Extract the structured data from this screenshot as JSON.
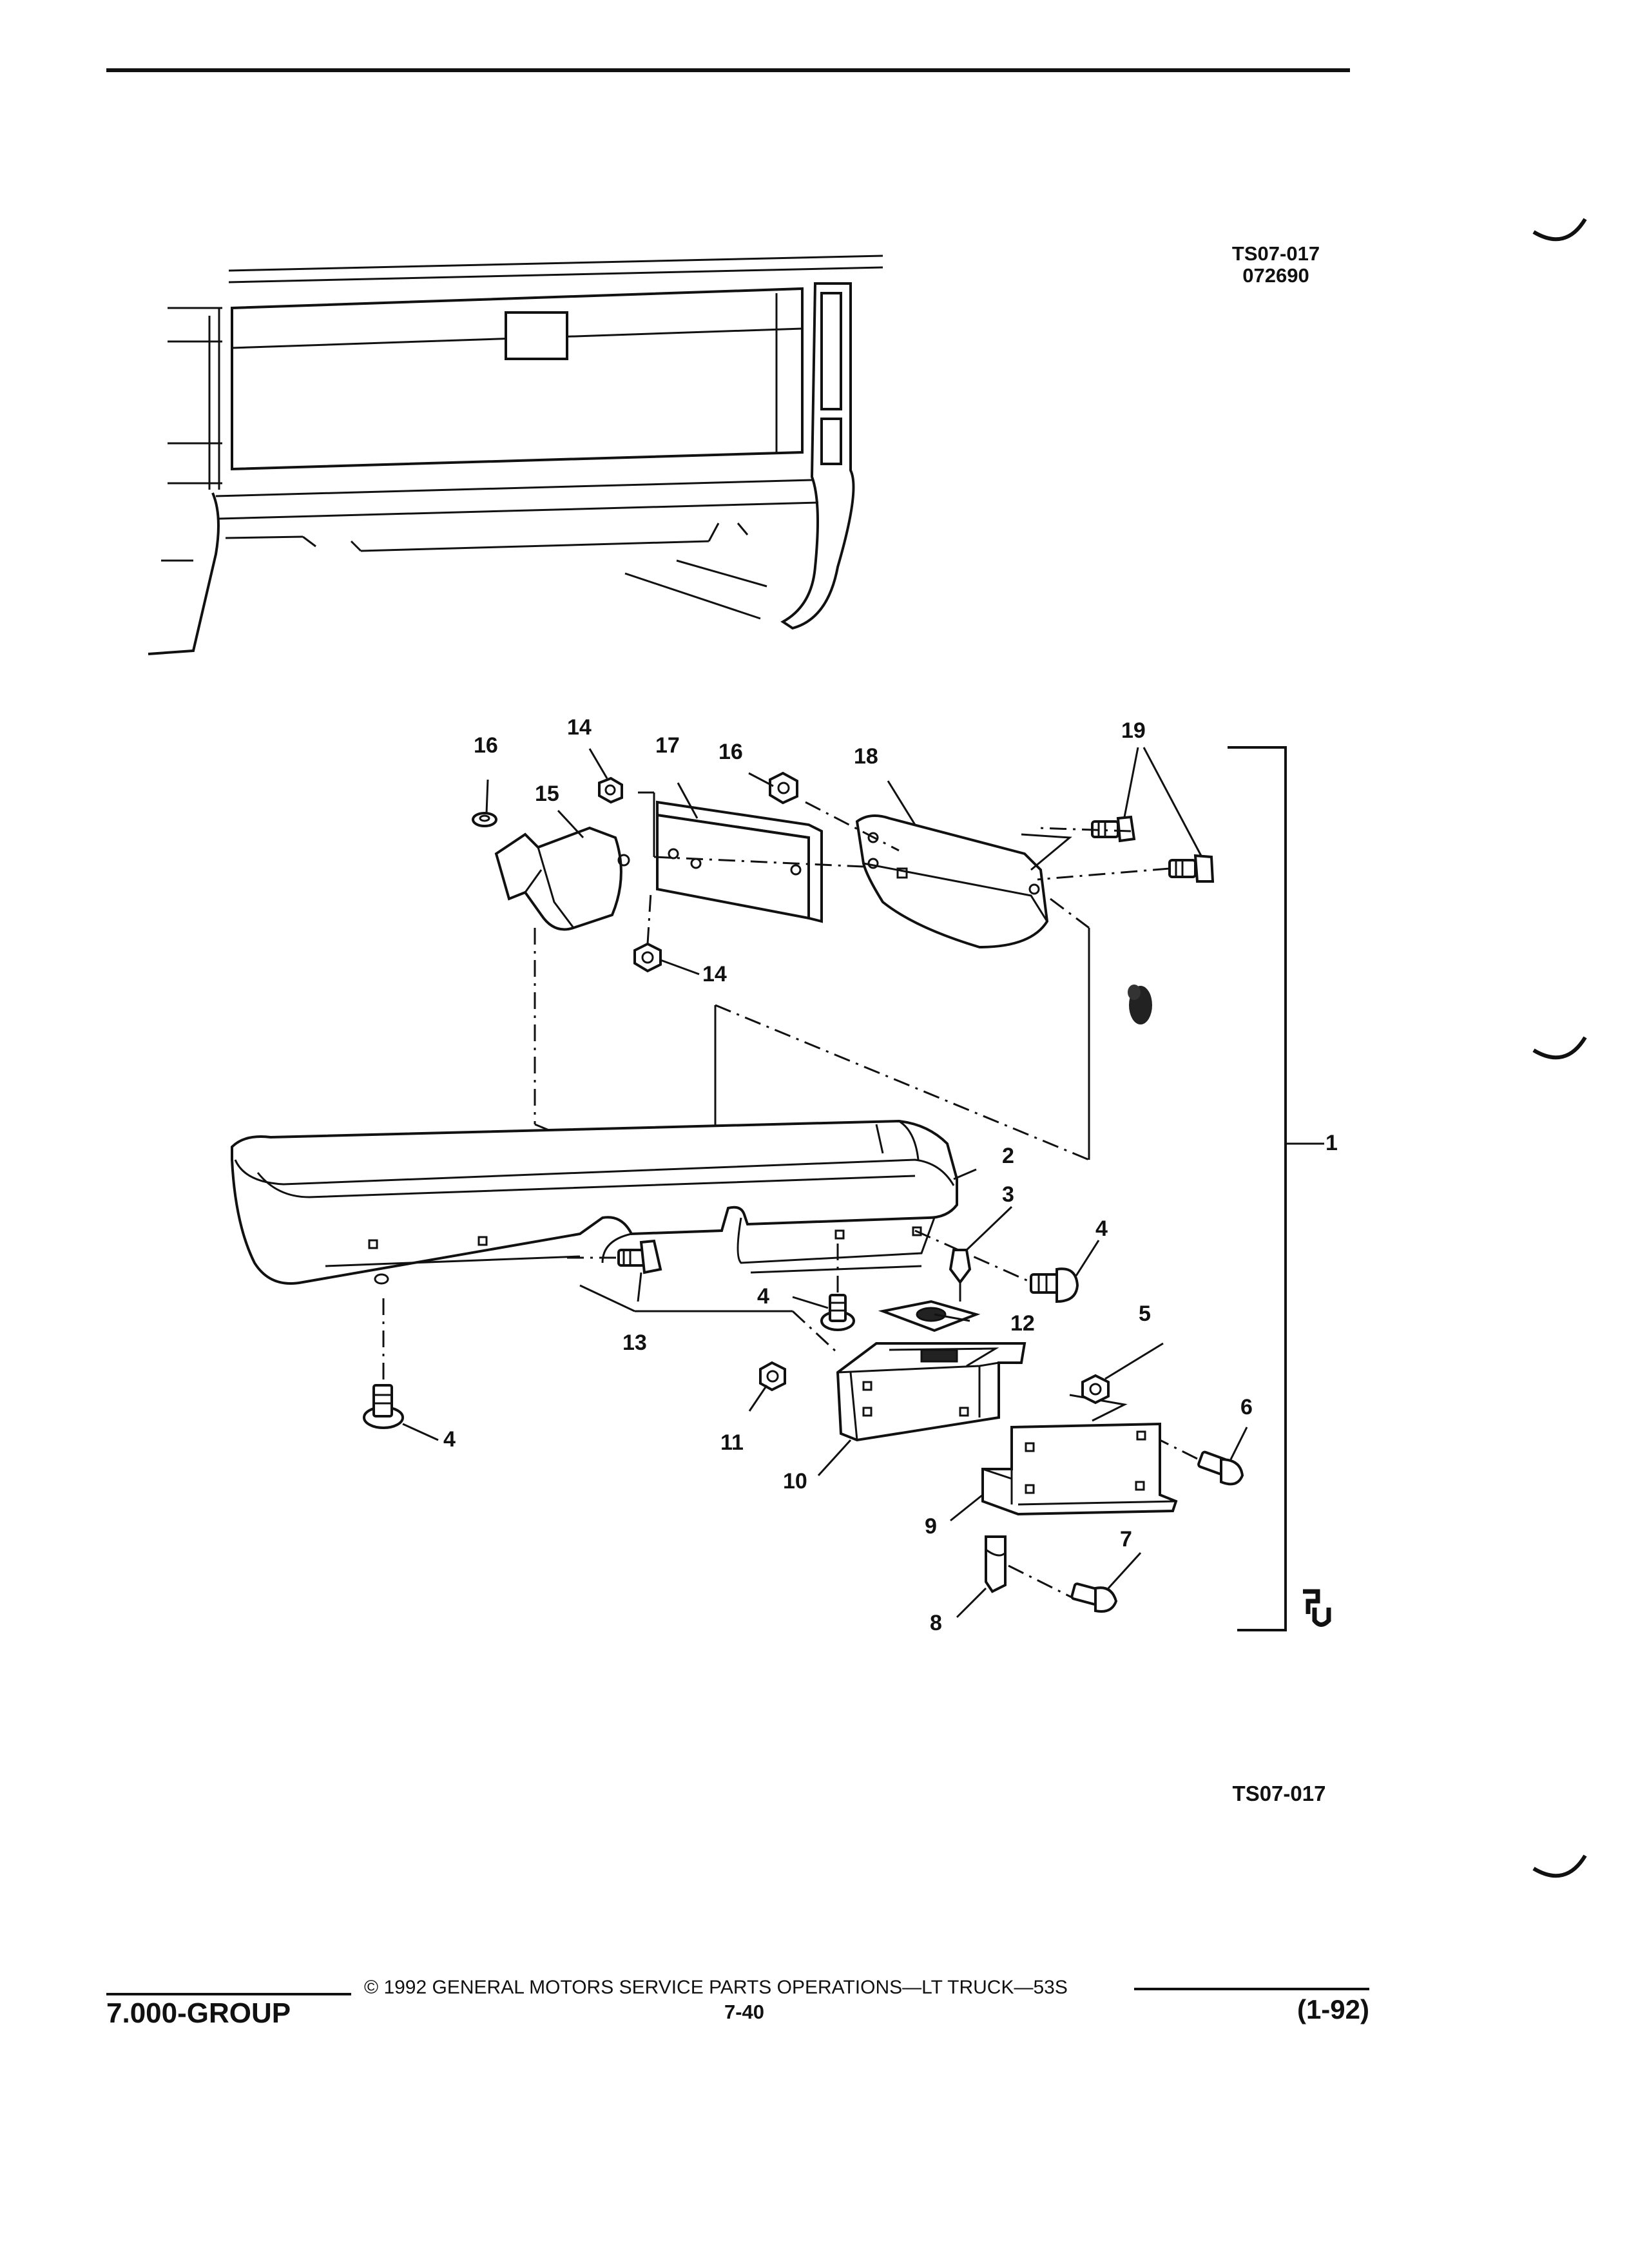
{
  "header": {
    "figure_id_top": "TS07-017",
    "figure_date": "072690",
    "figure_id_bottom": "TS07-017"
  },
  "diagram": {
    "callouts": [
      "1",
      "2",
      "3",
      "4",
      "4",
      "4",
      "5",
      "6",
      "7",
      "8",
      "9",
      "10",
      "11",
      "12",
      "13",
      "14",
      "14",
      "15",
      "16",
      "16",
      "17",
      "18",
      "19"
    ],
    "logo_mark": "ʕ"
  },
  "footer": {
    "group": "7.000-GROUP",
    "copyright": "© 1992 GENERAL MOTORS SERVICE PARTS OPERATIONS—LT TRUCK—53S",
    "page": "7-40",
    "revision": "(1-92)"
  }
}
